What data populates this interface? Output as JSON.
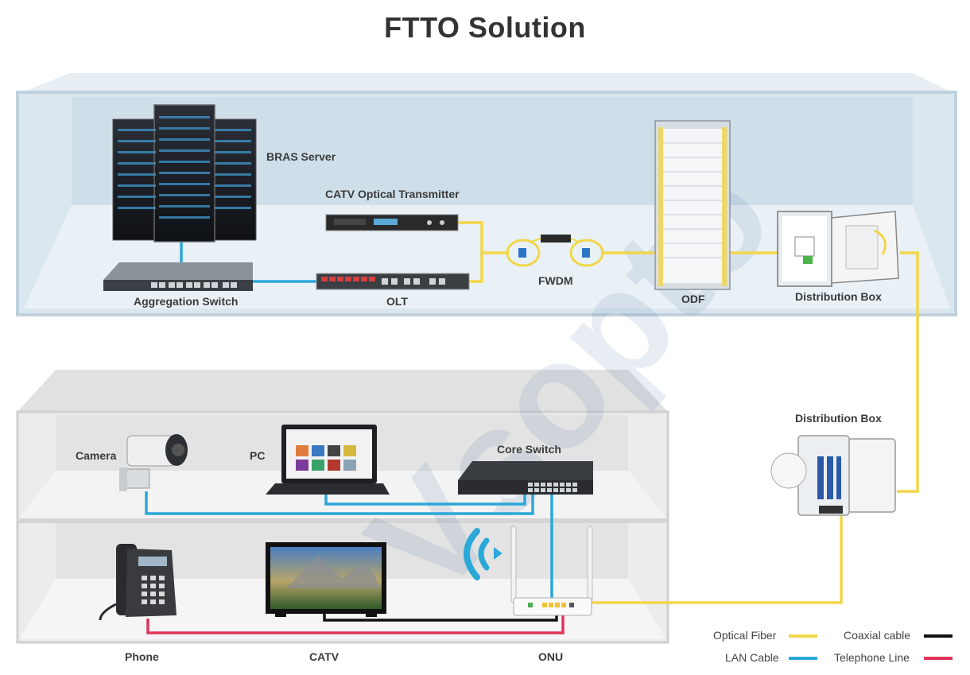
{
  "title": "FTTO Solution",
  "devices": {
    "bras_server": "BRAS Server",
    "catv_tx": "CATV Optical Transmitter",
    "aggregation_switch": "Aggregation Switch",
    "olt": "OLT",
    "fwdm": "FWDM",
    "odf": "ODF",
    "distribution_box_top": "Distribution Box",
    "distribution_box_bottom": "Distribution Box",
    "camera": "Camera",
    "pc": "PC",
    "core_switch": "Core Switch",
    "phone": "Phone",
    "catv": "CATV",
    "onu": "ONU"
  },
  "legend": {
    "optical_fiber": "Optical Fiber",
    "lan_cable": "LAN Cable",
    "coaxial_cable": "Coaxial cable",
    "telephone_line": "Telephone Line"
  },
  "colors": {
    "optical_fiber": "#f2d64a",
    "lan_cable": "#2aa8d8",
    "coaxial_cable": "#111111",
    "telephone_line": "#e0335a"
  }
}
